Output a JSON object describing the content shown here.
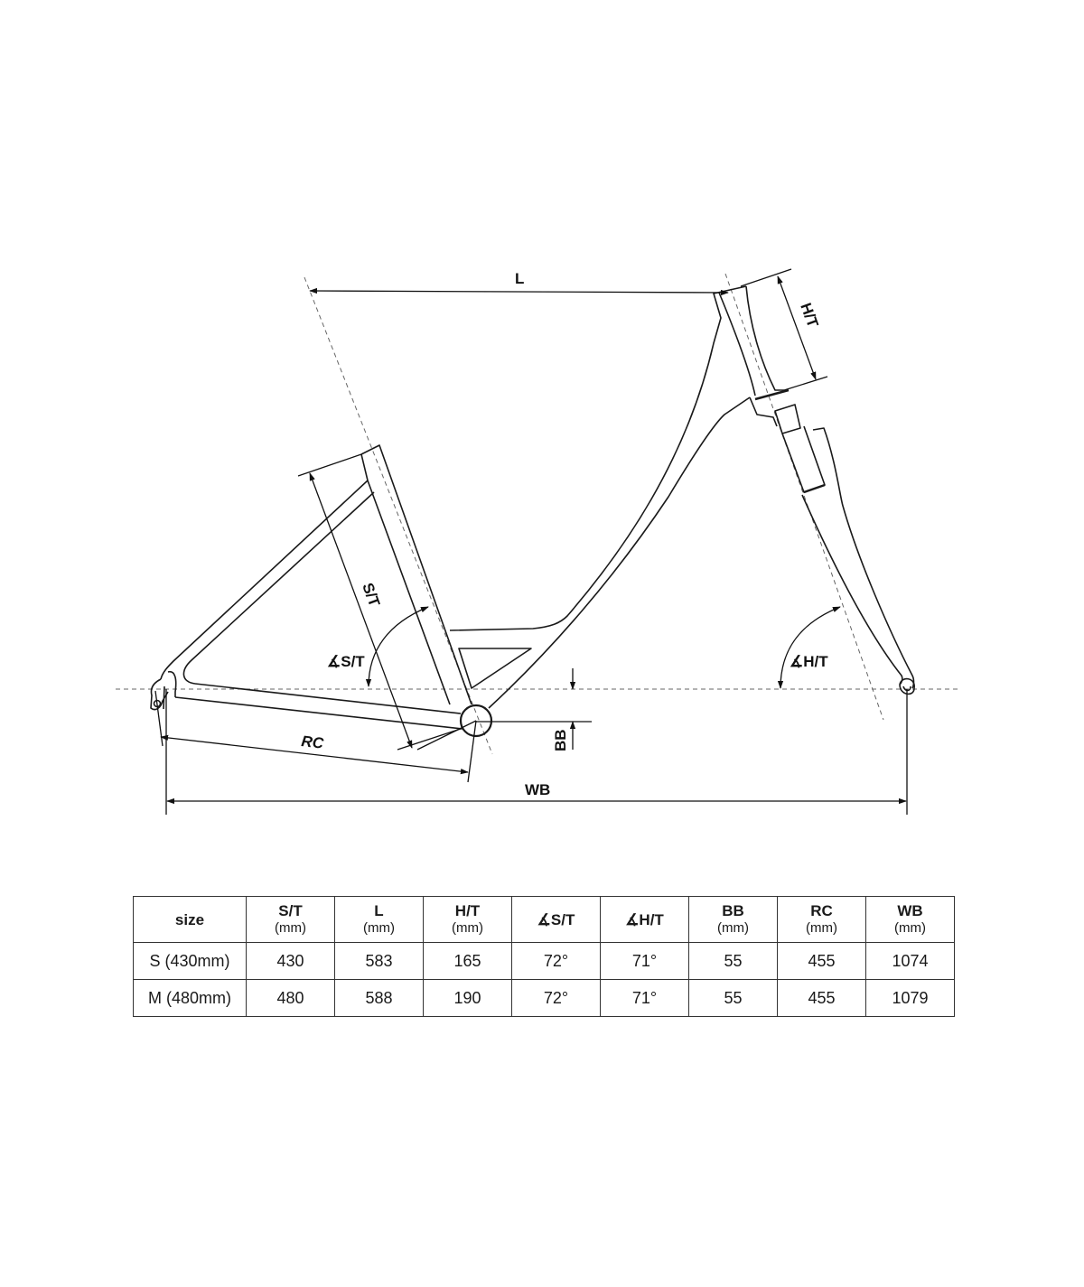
{
  "diagram": {
    "labels": {
      "L": "L",
      "HT": "H/T",
      "ST": "S/T",
      "ST_angle": "∡S/T",
      "HT_angle": "∡H/T",
      "BB": "BB",
      "RC": "RC",
      "WB": "WB"
    }
  },
  "table": {
    "headers": [
      {
        "label": "size",
        "unit": ""
      },
      {
        "label": "S/T",
        "unit": "(mm)"
      },
      {
        "label": "L",
        "unit": "(mm)"
      },
      {
        "label": "H/T",
        "unit": "(mm)"
      },
      {
        "label": "∡S/T",
        "unit": ""
      },
      {
        "label": "∡H/T",
        "unit": ""
      },
      {
        "label": "BB",
        "unit": "(mm)"
      },
      {
        "label": "RC",
        "unit": "(mm)"
      },
      {
        "label": "WB",
        "unit": "(mm)"
      }
    ],
    "rows": [
      [
        "S (430mm)",
        "430",
        "583",
        "165",
        "72°",
        "71°",
        "55",
        "455",
        "1074"
      ],
      [
        "M (480mm)",
        "480",
        "588",
        "190",
        "72°",
        "71°",
        "55",
        "455",
        "1079"
      ]
    ]
  }
}
